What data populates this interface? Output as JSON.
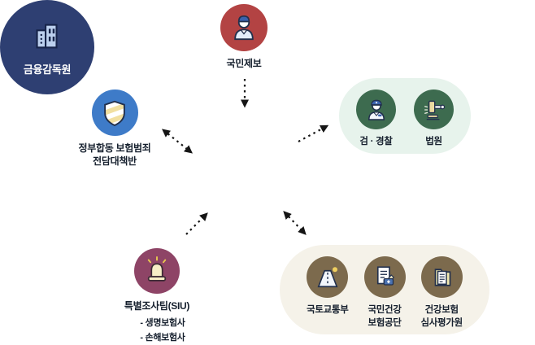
{
  "nodes": {
    "citizen_report": {
      "label": "국민제보",
      "icon": "person-icon",
      "circle_color": "#b34343"
    },
    "fss": {
      "label": "금융감독원",
      "icon": "buildings-icon",
      "circle_color": "#2e3f72"
    },
    "task_force": {
      "label": "정부합동 보험범죄\n전담대책반",
      "icon": "shield-icon",
      "circle_color": "#3e7bc8"
    },
    "siu": {
      "label": "특별조사팀(SIU)",
      "items": [
        "- 생명보험사",
        "- 손해보험사"
      ],
      "icon": "siren-icon",
      "circle_color": "#8e4466"
    },
    "justice_group": {
      "bg_color": "#e7f3ec",
      "circle_color": "#3d6b4f",
      "items": [
        {
          "label": "검 · 경찰",
          "icon": "police-officer-icon"
        },
        {
          "label": "법원",
          "icon": "gavel-icon"
        }
      ]
    },
    "public_group": {
      "bg_color": "#f5f2e9",
      "circle_color": "#7c6a4d",
      "items": [
        {
          "label": "국토교통부",
          "icon": "road-icon"
        },
        {
          "label": "국민건강\n보험공단",
          "icon": "document-badge-icon"
        },
        {
          "label": "건강보험\n심사평가원",
          "icon": "folder-documents-icon"
        }
      ]
    }
  },
  "relations": [
    {
      "from": "국민제보",
      "to": "금융감독원",
      "direction": "one-way"
    },
    {
      "from": "금융감독원",
      "to": "정부합동 보험범죄 전담대책반",
      "direction": "two-way"
    },
    {
      "from": "금융감독원",
      "to": "검 · 경찰 / 법원",
      "direction": "one-way"
    },
    {
      "from": "특별조사팀(SIU)",
      "to": "금융감독원",
      "direction": "one-way"
    },
    {
      "from": "금융감독원",
      "to": "국토교통부 / 국민건강보험공단 / 건강보험심사평가원",
      "direction": "two-way"
    }
  ],
  "colors": {
    "background": "#ffffff",
    "arrow": "#151515",
    "label_text": "#16202e",
    "center_text": "#ffffff"
  }
}
